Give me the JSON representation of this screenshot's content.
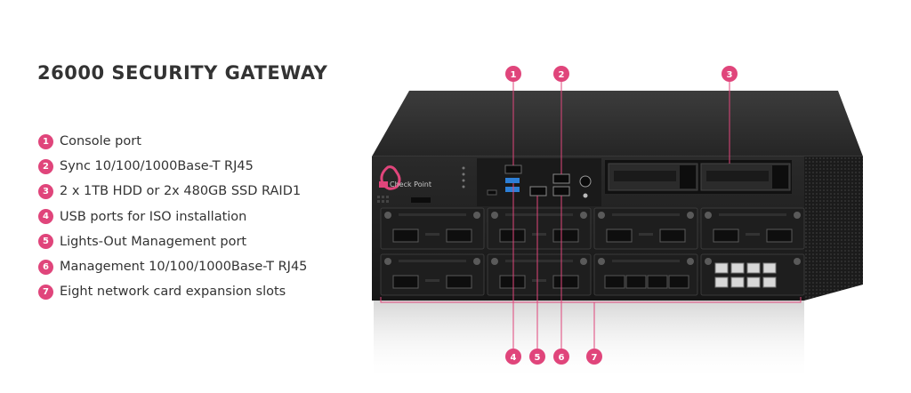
{
  "title": "26000 SECURITY GATEWAY",
  "accent_color": "#e0457b",
  "features": [
    {
      "num": "1",
      "label": "Console port"
    },
    {
      "num": "2",
      "label": "Sync 10/100/1000Base-T RJ45"
    },
    {
      "num": "3",
      "label": "2 x 1TB HDD or 2x 480GB SSD RAID1"
    },
    {
      "num": "4",
      "label": "USB ports for ISO installation"
    },
    {
      "num": "5",
      "label": "Lights-Out Management port"
    },
    {
      "num": "6",
      "label": "Management 10/100/1000Base-T RJ45"
    },
    {
      "num": "7",
      "label": "Eight network card expansion slots"
    }
  ],
  "device": {
    "brand_text": "Check Point",
    "logo_icon": "check-point-logo-icon"
  }
}
